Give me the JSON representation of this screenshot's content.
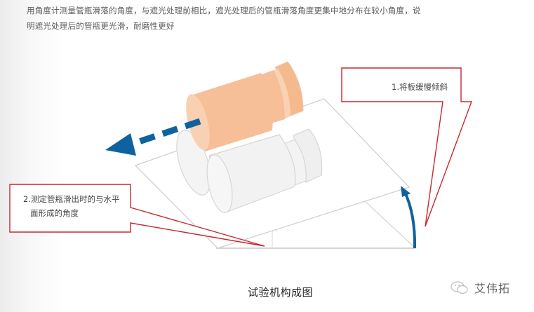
{
  "description": {
    "line1": "用角度计测量管瓶滑落的角度，与遮光处理前相比，遮光处理后的管瓶滑落角度更集中地分布在较小角度，说",
    "line2": "明遮光处理后的管瓶更光滑，耐磨性更好"
  },
  "callouts": {
    "step1": "1.将板缓慢倾斜",
    "step2_line1": "2.测定管瓶滑出时的与水平",
    "step2_line2": "面形成的角度"
  },
  "caption": "试验机构成图",
  "brand": {
    "icon": "wechat-icon",
    "name": "艾伟拓"
  },
  "colors": {
    "callout_border": "#c8282e",
    "arrow_blue": "#0f62a0",
    "bottle_orange": "#f6bf97",
    "bottle_white": "#f2f2f2",
    "plate_line": "#d2d2d2"
  }
}
